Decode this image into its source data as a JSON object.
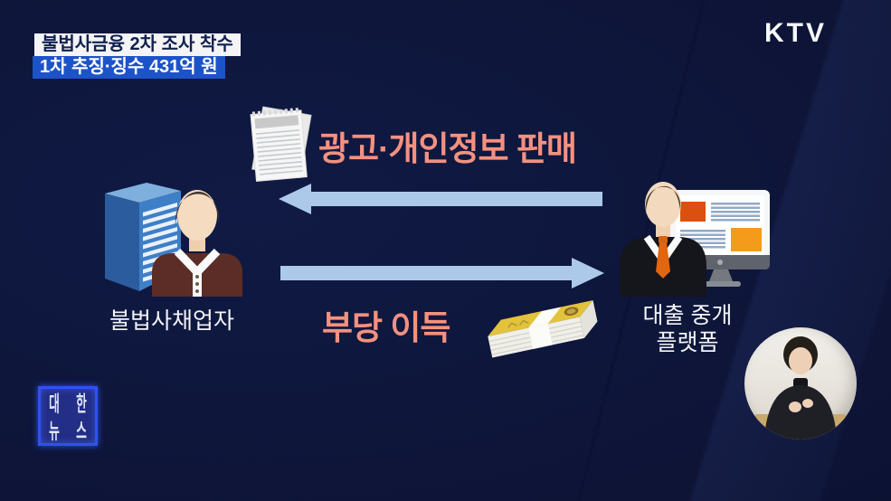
{
  "header": {
    "banner_primary": "불법사금융 2차 조사 착수",
    "banner_secondary": "1차 추징·징수 431억 원",
    "channel_logo": "KTV"
  },
  "diagram": {
    "top_flow_label": "광고·개인정보 판매",
    "bottom_flow_label": "부당 이득",
    "left_entity_label": "불법사채업자",
    "right_entity_label_line1": "대출 중개",
    "right_entity_label_line2": "플랫폼"
  },
  "footer_logo": {
    "char_top_left": "대",
    "char_top_right": "한",
    "char_bottom_left": "뉴",
    "char_bottom_right": "스"
  },
  "icons": {
    "documents": "stacked-papers-icon",
    "flow_left": "arrow-left-icon",
    "flow_right": "arrow-right-icon",
    "lender": "building-with-person-icon",
    "platform": "person-with-monitor-icon",
    "money": "banknote-stack-icon",
    "interpreter": "sign-language-interpreter"
  },
  "colors": {
    "background": "#0C1232",
    "accent_text": "#F4917F",
    "arrow": "#ACC9E9",
    "banner_primary_bg": "#F4F4F6",
    "banner_primary_text": "#10204E",
    "banner_secondary_bg": "#1D53C9",
    "news_logo_border": "#2F52F0"
  }
}
